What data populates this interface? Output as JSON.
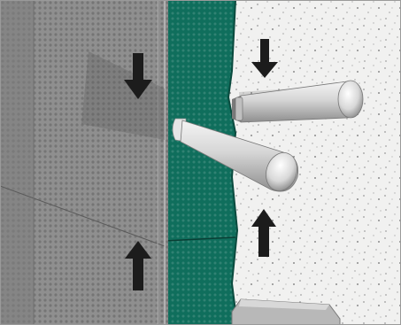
{
  "illustration": {
    "kind": "technical-cutaway",
    "layers": [
      {
        "name": "translucent-grey-foreground-panel",
        "color": "#8f8f8f"
      },
      {
        "name": "green-membrane-layer",
        "color": "#0f6e5c"
      },
      {
        "name": "speckled-white-substrate",
        "color": "#f1f1f0"
      }
    ],
    "objects": [
      {
        "name": "upper-tie-pin",
        "color": "#d8d8d8"
      },
      {
        "name": "lower-tie-pin",
        "color": "#d8d8d8"
      }
    ],
    "arrows": [
      {
        "name": "top-center-arrow",
        "direction": "down"
      },
      {
        "name": "top-right-arrow",
        "direction": "down"
      },
      {
        "name": "bottom-left-arrow",
        "direction": "up"
      },
      {
        "name": "bottom-right-arrow",
        "direction": "up"
      }
    ],
    "colors": {
      "arrow": "#1c1c1c",
      "frame": "#9a9a9a",
      "shadow": "#4a4a4a"
    }
  }
}
